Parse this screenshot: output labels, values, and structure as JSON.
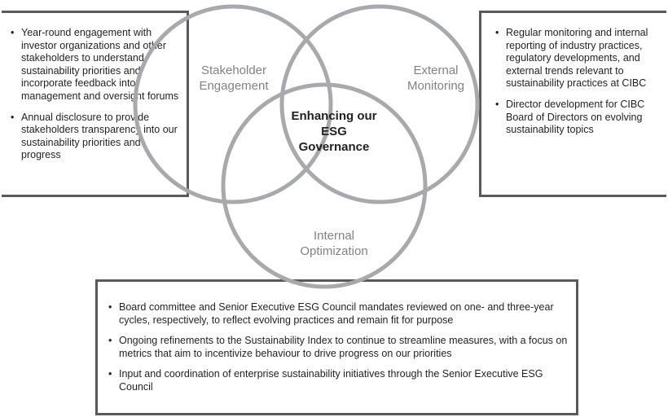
{
  "left_box": {
    "bullets": [
      "Year-round engagement with investor organizations and other stakeholders to understand sustainability priorities and incorporate feedback into management and oversight forums",
      "Annual disclosure to provide stakeholders transparency into our sustainability priorities and progress"
    ]
  },
  "right_box": {
    "bullets": [
      "Regular monitoring and internal reporting of industry practices, regulatory developments, and external trends relevant to sustainability practices at CIBC",
      "Director development for CIBC Board of Directors on evolving sustainability topics"
    ]
  },
  "bottom_box": {
    "bullets": [
      "Board committee and Senior Executive ESG Council mandates reviewed on one- and three-year cycles, respectively, to reflect evolving practices and remain fit for purpose",
      "Ongoing refinements to the Sustainability Index to continue to streamline measures, with a focus on metrics that aim to incentivize behaviour to drive progress on our priorities",
      "Input and coordination of enterprise sustainability initiatives through the Senior Executive ESG Council"
    ]
  },
  "venn": {
    "circles": {
      "stakeholder": {
        "line1": "Stakeholder",
        "line2": "Engagement"
      },
      "external": {
        "line1": "External",
        "line2": "Monitoring"
      },
      "internal": {
        "line1": "Internal",
        "line2": "Optimization"
      }
    },
    "center": {
      "line1": "Enhancing our",
      "line2": "ESG",
      "line3": "Governance"
    },
    "colors": {
      "circle_stroke": "#a7a9ac",
      "box_border": "#58595b",
      "circle_label": "#808285",
      "center_label": "#231f20"
    }
  }
}
